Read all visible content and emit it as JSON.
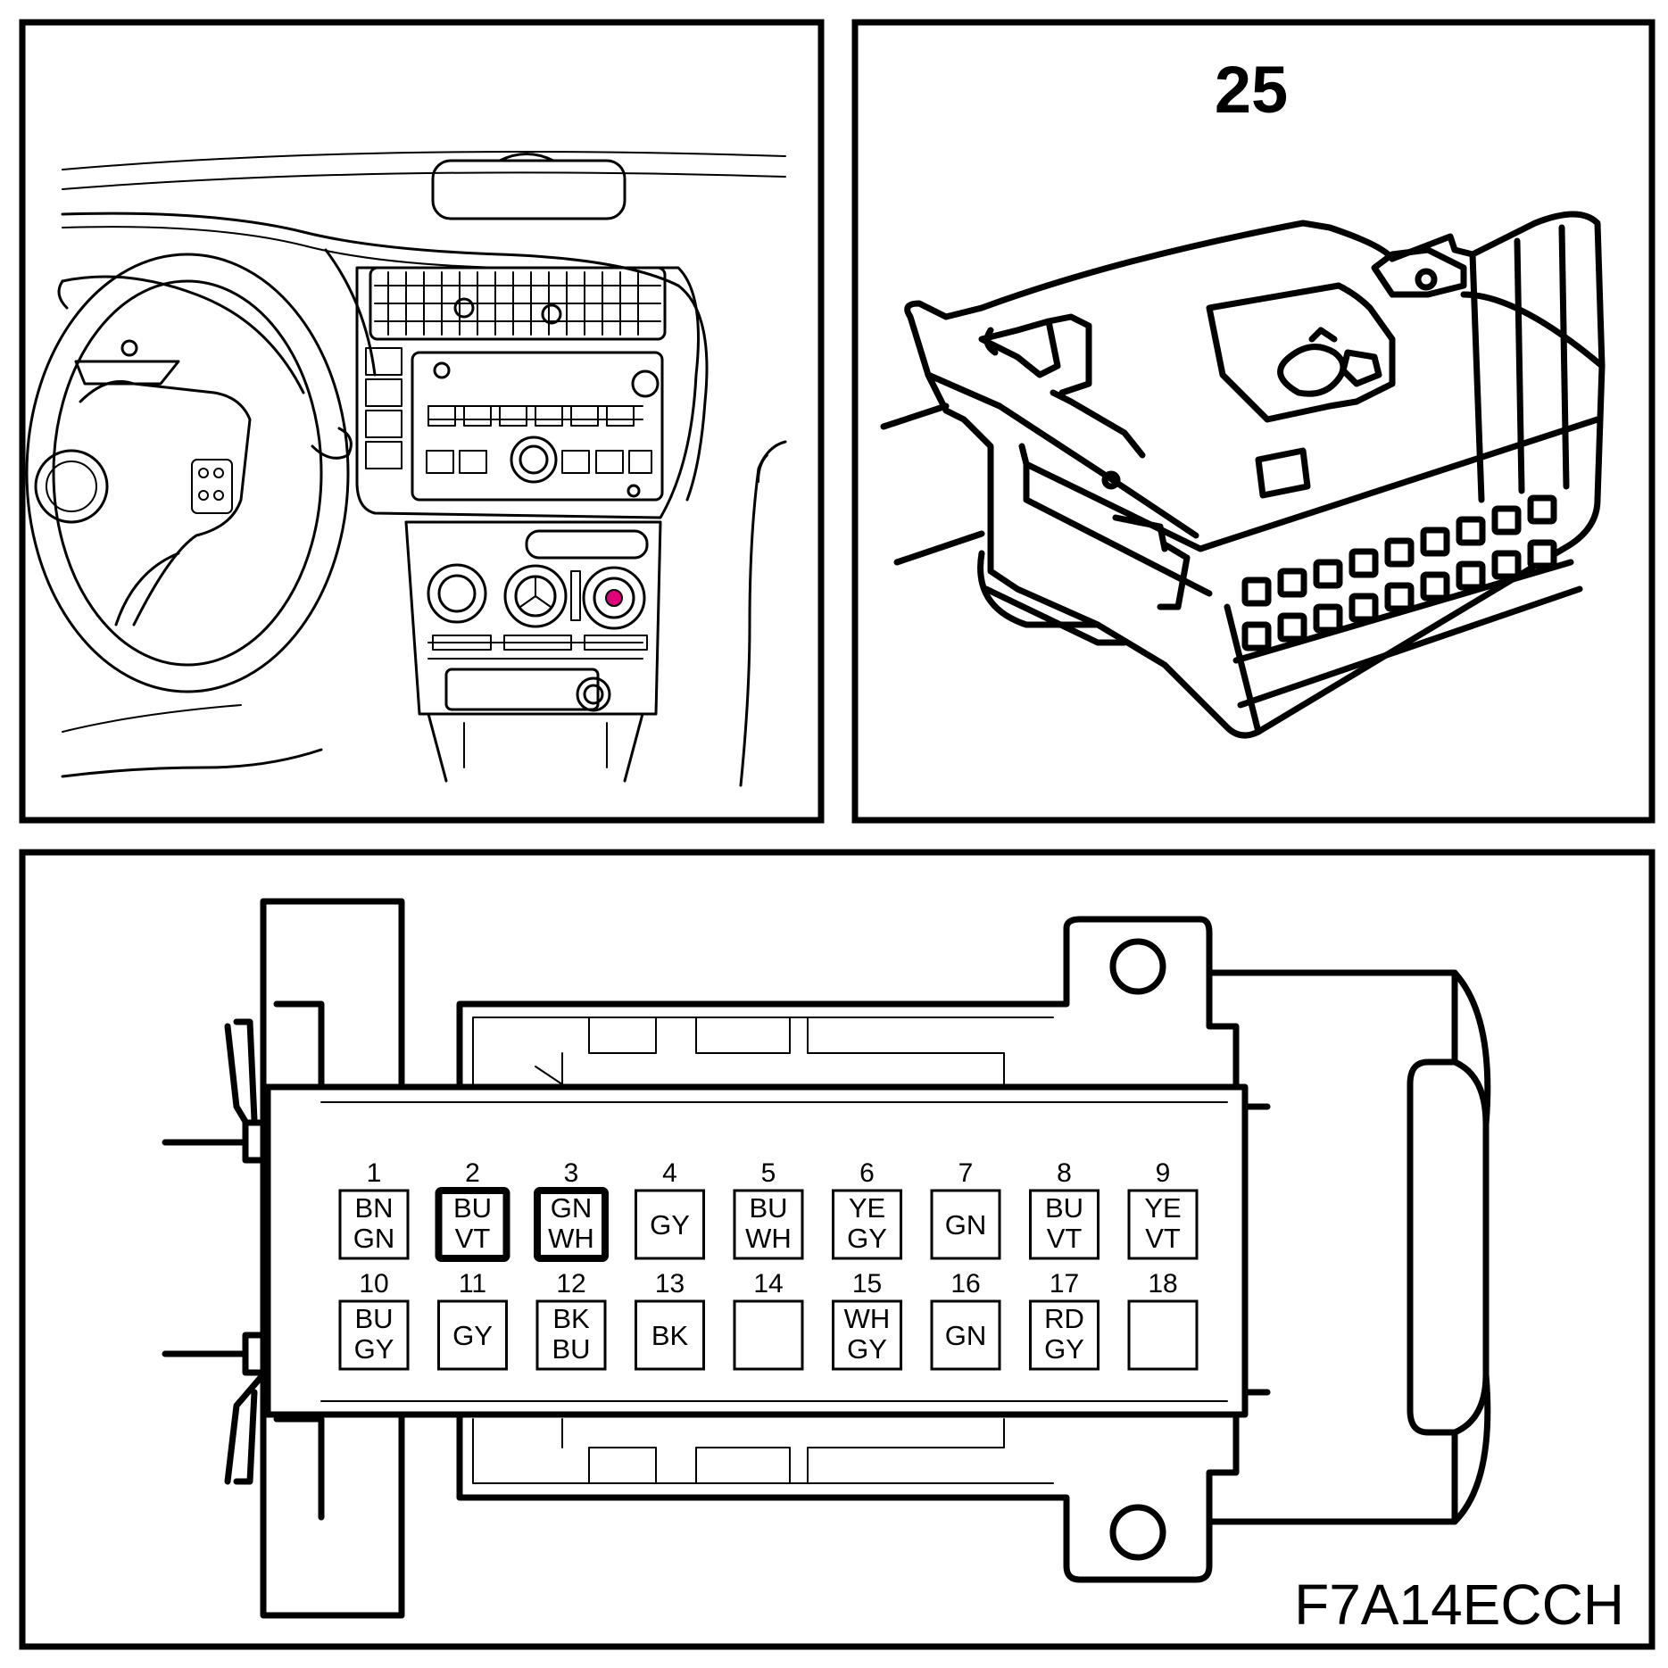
{
  "connector_number": "25",
  "figure_code": "F7A14ECCH",
  "location_marker_color": "#e0007a",
  "pins": [
    {
      "num": "1",
      "lines": [
        "BN",
        "GN"
      ],
      "highlight": false
    },
    {
      "num": "2",
      "lines": [
        "BU",
        "VT"
      ],
      "highlight": true
    },
    {
      "num": "3",
      "lines": [
        "GN",
        "WH"
      ],
      "highlight": true
    },
    {
      "num": "4",
      "lines": [
        "GY"
      ],
      "highlight": false
    },
    {
      "num": "5",
      "lines": [
        "BU",
        "WH"
      ],
      "highlight": false
    },
    {
      "num": "6",
      "lines": [
        "YE",
        "GY"
      ],
      "highlight": false
    },
    {
      "num": "7",
      "lines": [
        "GN"
      ],
      "highlight": false
    },
    {
      "num": "8",
      "lines": [
        "BU",
        "VT"
      ],
      "highlight": false
    },
    {
      "num": "9",
      "lines": [
        "YE",
        "VT"
      ],
      "highlight": false
    },
    {
      "num": "10",
      "lines": [
        "BU",
        "GY"
      ],
      "highlight": false
    },
    {
      "num": "11",
      "lines": [
        "GY"
      ],
      "highlight": false
    },
    {
      "num": "12",
      "lines": [
        "BK",
        "BU"
      ],
      "highlight": false
    },
    {
      "num": "13",
      "lines": [
        "BK"
      ],
      "highlight": false
    },
    {
      "num": "14",
      "lines": [],
      "highlight": false
    },
    {
      "num": "15",
      "lines": [
        "WH",
        "GY"
      ],
      "highlight": false
    },
    {
      "num": "16",
      "lines": [
        "GN"
      ],
      "highlight": false
    },
    {
      "num": "17",
      "lines": [
        "RD",
        "GY"
      ],
      "highlight": false
    },
    {
      "num": "18",
      "lines": [],
      "highlight": false
    }
  ]
}
